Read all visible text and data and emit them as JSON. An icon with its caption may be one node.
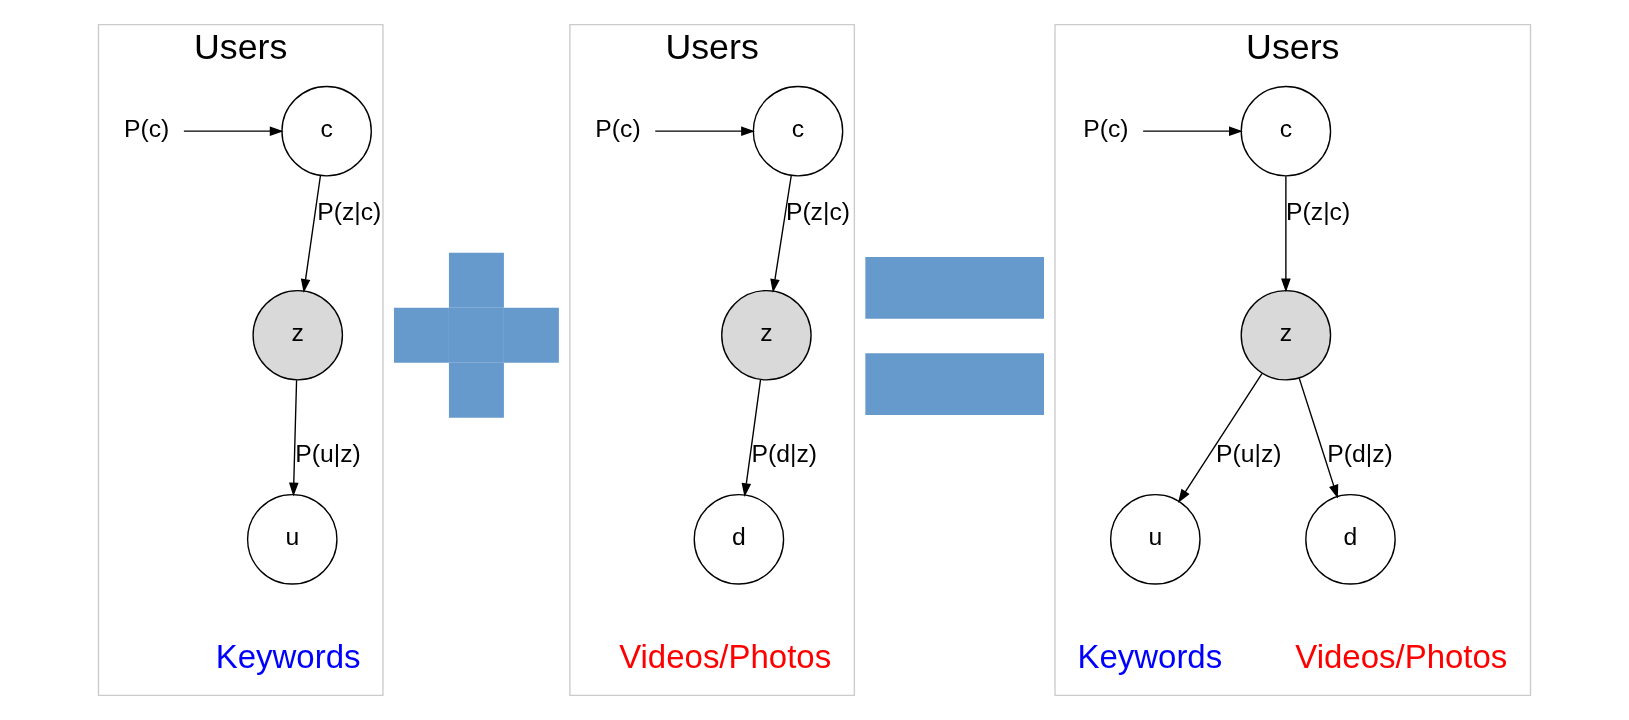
{
  "diagram": {
    "nodes": [
      {
        "text": [
          "Users"
        ],
        "beside": [
          "Keywords"
        ]
      },
      {
        "text": [
          "c"
        ],
        "in": 0
      },
      {
        "text": [
          "z"
        ],
        "in": 0
      },
      {
        "text": [
          "u"
        ],
        "in": 0
      },
      {
        "text": [
          "P(c)"
        ],
        "in": 0
      },
      {
        "text": [],
        "shape": "plus"
      },
      {
        "text": [
          "Users"
        ],
        "beside": [
          "Videos/Photos"
        ]
      },
      {
        "text": [
          "c"
        ],
        "in": 6
      },
      {
        "text": [
          "z"
        ],
        "in": 6
      },
      {
        "text": [
          "d"
        ],
        "in": 6
      },
      {
        "text": [
          "P(c)"
        ],
        "in": 6
      },
      {
        "text": [],
        "shape": "equals"
      },
      {
        "text": [
          "Users"
        ],
        "beside": [
          "Keywords",
          "Videos/Photos"
        ]
      },
      {
        "text": [
          "c"
        ],
        "in": 12
      },
      {
        "text": [
          "z"
        ],
        "in": 12
      },
      {
        "text": [
          "u"
        ],
        "in": 12
      },
      {
        "text": [
          "d"
        ],
        "in": 12
      },
      {
        "text": [
          "P(c)"
        ],
        "in": 12
      }
    ],
    "edges": [
      {
        "from": 4,
        "to": 1,
        "arrow": "to"
      },
      {
        "from": 1,
        "to": 2,
        "arrow": "to",
        "label": "P(z|c)"
      },
      {
        "from": 2,
        "to": 3,
        "arrow": "to",
        "label": "P(u|z)"
      },
      {
        "from": 10,
        "to": 7,
        "arrow": "to"
      },
      {
        "from": 7,
        "to": 8,
        "arrow": "to",
        "label": "P(z|c)"
      },
      {
        "from": 8,
        "to": 9,
        "arrow": "to",
        "label": "P(d|z)"
      },
      {
        "from": 17,
        "to": 13,
        "arrow": "to"
      },
      {
        "from": 13,
        "to": 14,
        "arrow": "to",
        "label": "P(z|c)"
      },
      {
        "from": 14,
        "to": 15,
        "arrow": "to",
        "label": "P(u|z)"
      },
      {
        "from": 14,
        "to": 16,
        "arrow": "to",
        "label": "P(d|z)"
      }
    ]
  }
}
